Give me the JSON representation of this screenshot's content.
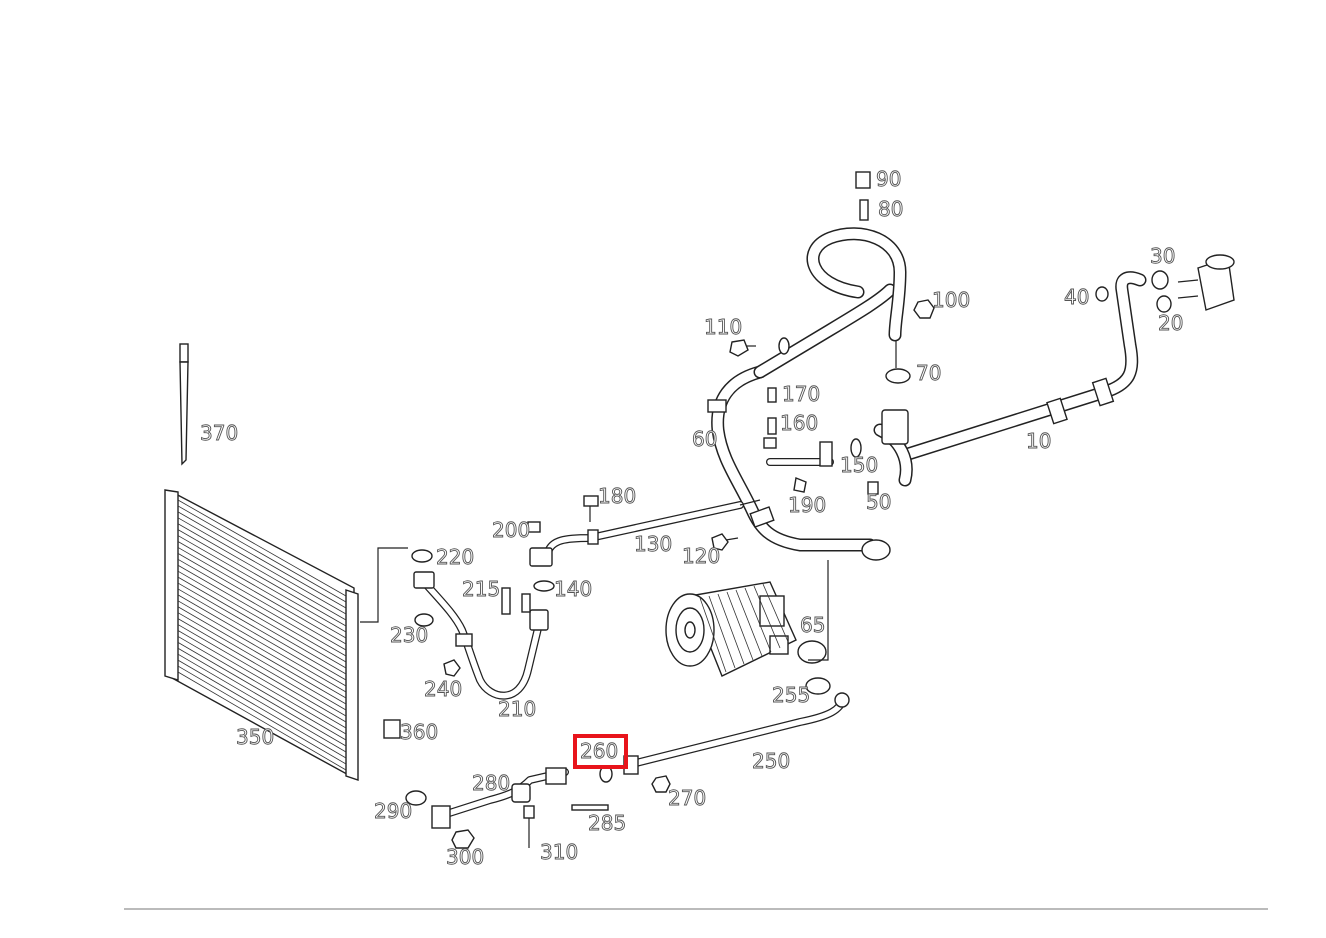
{
  "diagram": {
    "highlighted_part": "260",
    "labels": {
      "p10": "10",
      "p20": "20",
      "p30": "30",
      "p40": "40",
      "p50": "50",
      "p60": "60",
      "p65": "65",
      "p70": "70",
      "p80": "80",
      "p90": "90",
      "p100": "100",
      "p110": "110",
      "p120": "120",
      "p130": "130",
      "p140": "140",
      "p150": "150",
      "p160": "160",
      "p170": "170",
      "p180": "180",
      "p190": "190",
      "p200": "200",
      "p210": "210",
      "p215": "215",
      "p220": "220",
      "p230": "230",
      "p240": "240",
      "p250": "250",
      "p255": "255",
      "p260": "260",
      "p270": "270",
      "p280": "280",
      "p285": "285",
      "p290": "290",
      "p300": "300",
      "p310": "310",
      "p350": "350",
      "p360": "360",
      "p370": "370"
    },
    "colors": {
      "highlight": "#e8141b",
      "line": "#222222"
    }
  }
}
